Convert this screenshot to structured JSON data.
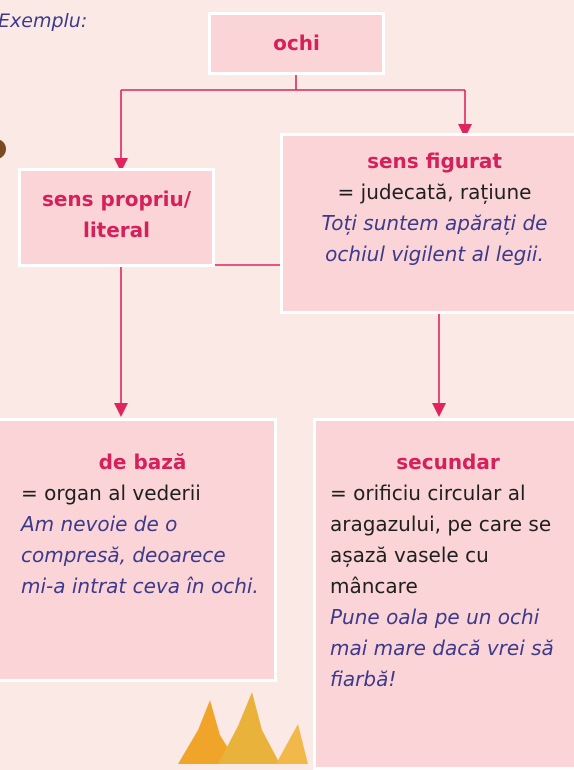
{
  "intro": "Exemplu:",
  "root": {
    "label": "ochi"
  },
  "figurat": {
    "title": "sens figurat",
    "definition": "= judecată, rațiune",
    "example": "Toți suntem apărați de ochiul vigilent al legii."
  },
  "propriu": {
    "title": "sens propriu/ literal"
  },
  "baza": {
    "title": "de bază",
    "definition": "= organ al vederii",
    "example": "Am nevoie de o compresă, deoarece mi-a intrat ceva în ochi."
  },
  "secundar": {
    "title": "secundar",
    "definition": "= orificiu circular al aragazului, pe care se așază vasele cu mâncare",
    "example": "Pune oala pe un ochi mai mare dacă vrei să fiarbă!"
  },
  "colors": {
    "background": "#fbe9e6",
    "box": "#fad4d6",
    "accent": "#d6205b",
    "example": "#3d3a8c"
  }
}
